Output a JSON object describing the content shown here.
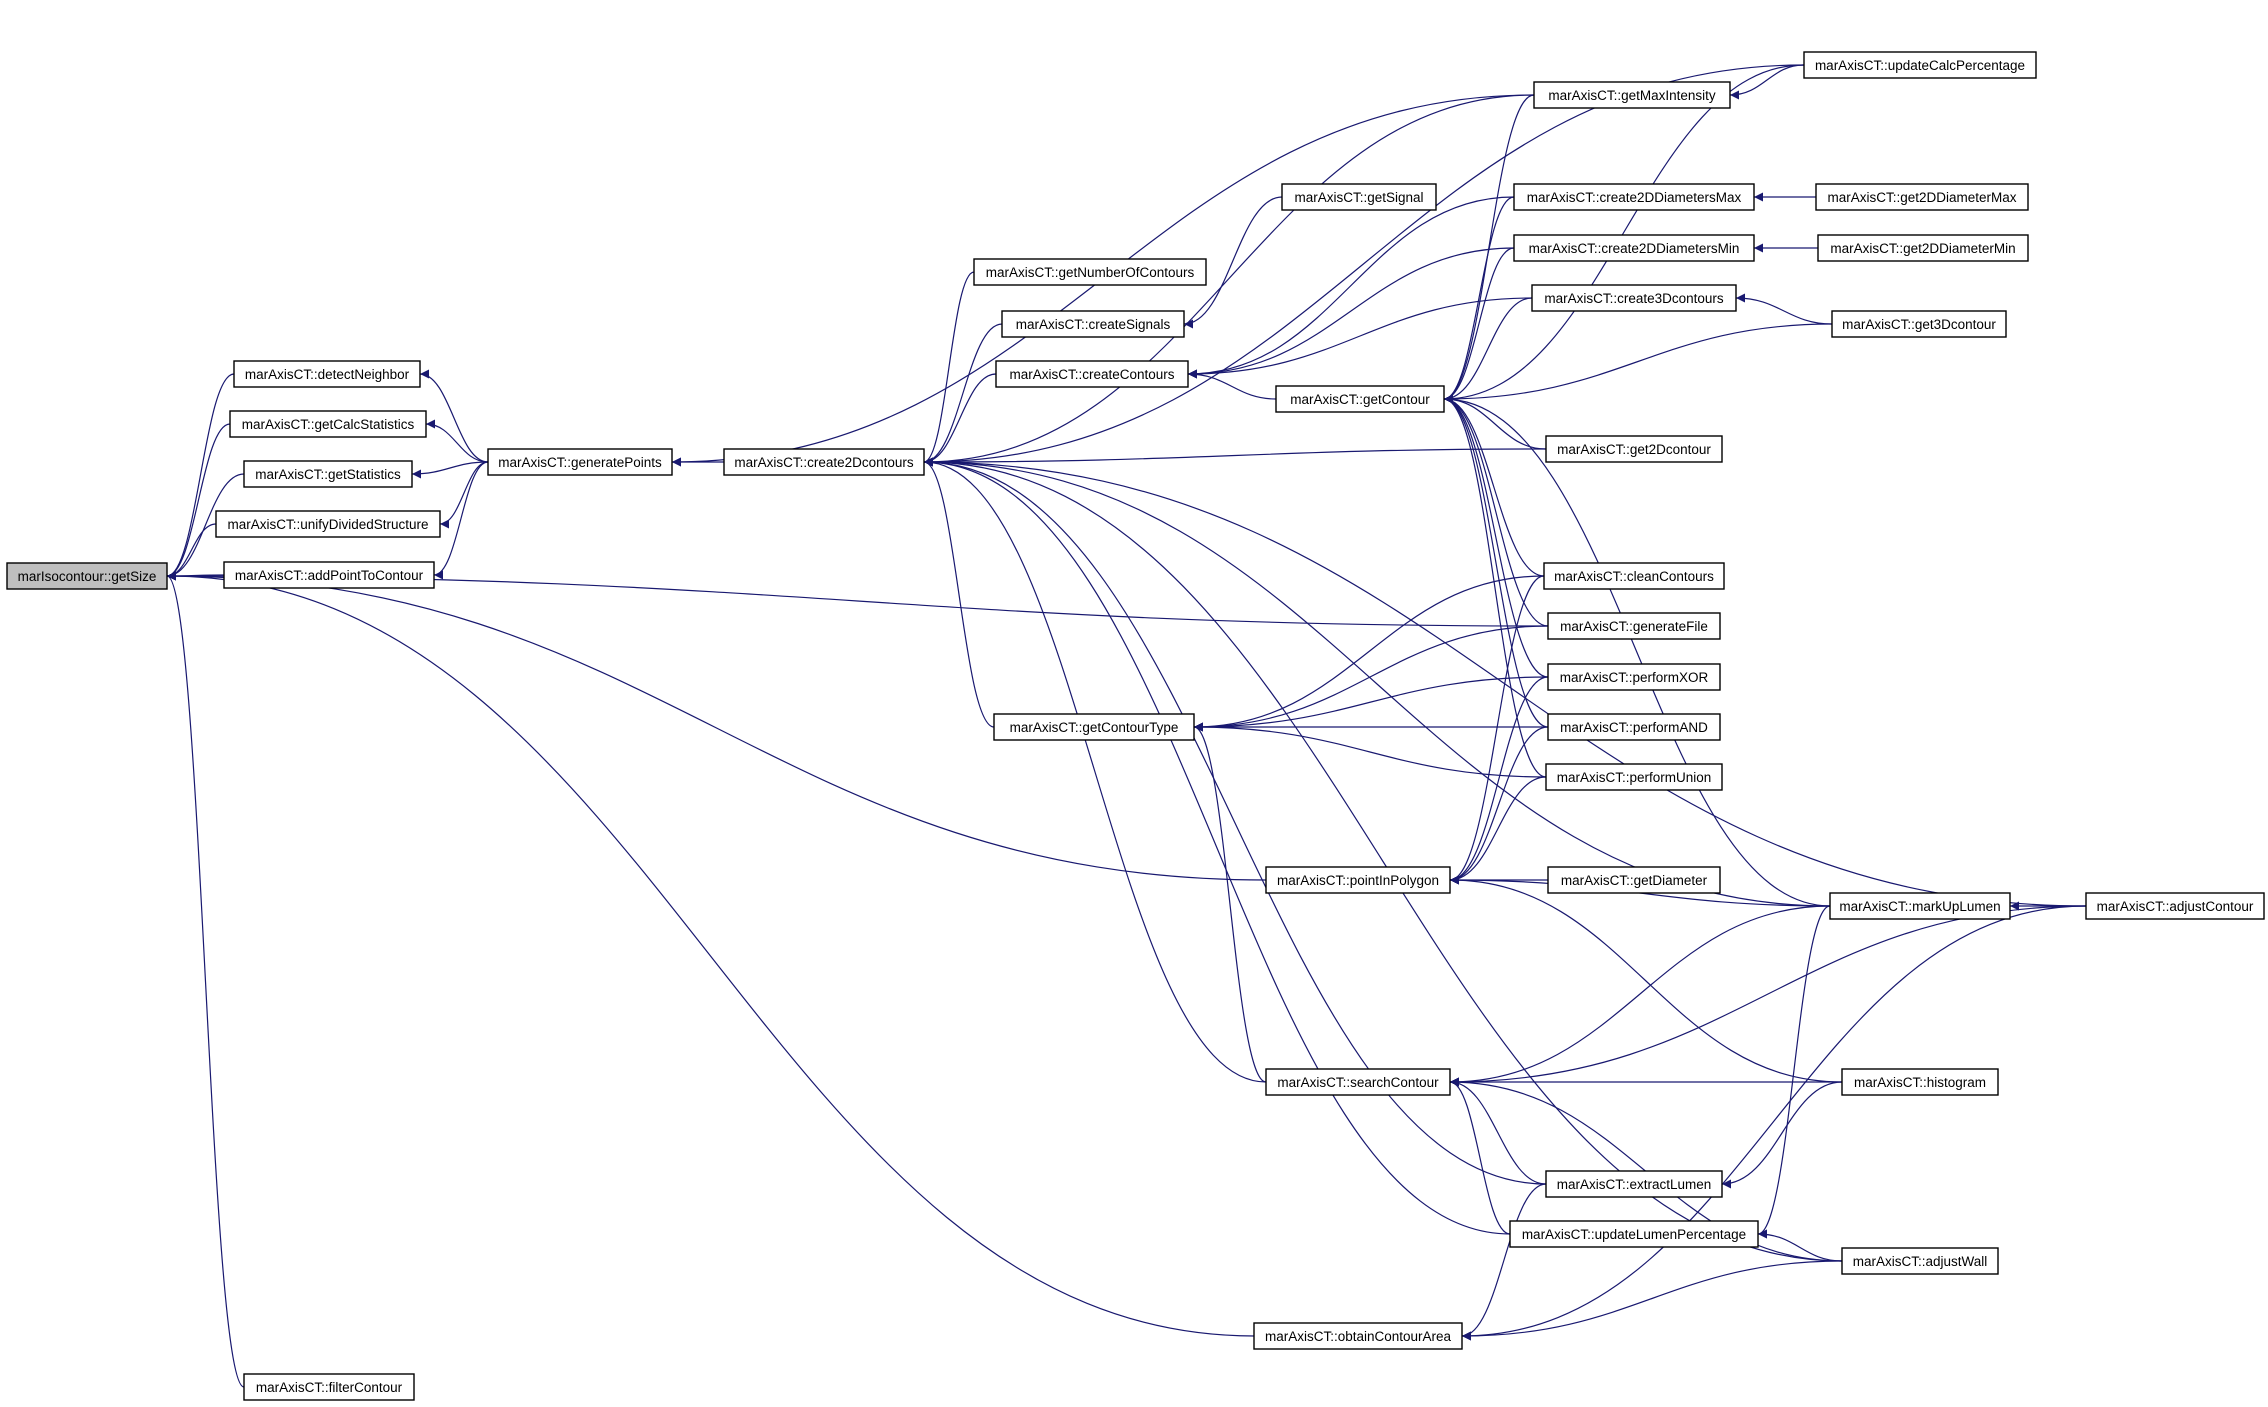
{
  "nodes": {
    "getSize": "marIsocontour::getSize",
    "detectNeighbor": "marAxisCT::detectNeighbor",
    "getCalcStatistics": "marAxisCT::getCalcStatistics",
    "getStatistics": "marAxisCT::getStatistics",
    "unifyDividedStructure": "marAxisCT::unifyDividedStructure",
    "addPointToContour": "marAxisCT::addPointToContour",
    "filterContour": "marAxisCT::filterContour",
    "generatePoints": "marAxisCT::generatePoints",
    "create2Dcontours": "marAxisCT::create2Dcontours",
    "getNumberOfContours": "marAxisCT::getNumberOfContours",
    "createSignals": "marAxisCT::createSignals",
    "createContours": "marAxisCT::createContours",
    "getContourType": "marAxisCT::getContourType",
    "pointInPolygon": "marAxisCT::pointInPolygon",
    "searchContour": "marAxisCT::searchContour",
    "obtainContourArea": "marAxisCT::obtainContourArea",
    "getSignal": "marAxisCT::getSignal",
    "getContour": "marAxisCT::getContour",
    "getMaxIntensity": "marAxisCT::getMaxIntensity",
    "create2DDiametersMax": "marAxisCT::create2DDiametersMax",
    "create2DDiametersMin": "marAxisCT::create2DDiametersMin",
    "create3Dcontours": "marAxisCT::create3Dcontours",
    "get2Dcontour": "marAxisCT::get2Dcontour",
    "cleanContours": "marAxisCT::cleanContours",
    "generateFile": "marAxisCT::generateFile",
    "performXOR": "marAxisCT::performXOR",
    "performAND": "marAxisCT::performAND",
    "performUnion": "marAxisCT::performUnion",
    "getDiameter": "marAxisCT::getDiameter",
    "extractLumen": "marAxisCT::extractLumen",
    "updateLumenPercentage": "marAxisCT::updateLumenPercentage",
    "updateCalcPercentage": "marAxisCT::updateCalcPercentage",
    "get2DDiameterMax": "marAxisCT::get2DDiameterMax",
    "get2DDiameterMin": "marAxisCT::get2DDiameterMin",
    "get3Dcontour": "marAxisCT::get3Dcontour",
    "markUpLumen": "marAxisCT::markUpLumen",
    "histogram": "marAxisCT::histogram",
    "adjustWall": "marAxisCT::adjustWall",
    "adjustContour": "marAxisCT::adjustContour"
  },
  "edges": [
    [
      "detectNeighbor",
      "getSize"
    ],
    [
      "getCalcStatistics",
      "getSize"
    ],
    [
      "getStatistics",
      "getSize"
    ],
    [
      "unifyDividedStructure",
      "getSize"
    ],
    [
      "addPointToContour",
      "getSize"
    ],
    [
      "filterContour",
      "getSize"
    ],
    [
      "generateFile",
      "getSize"
    ],
    [
      "pointInPolygon",
      "getSize"
    ],
    [
      "obtainContourArea",
      "getSize"
    ],
    [
      "generatePoints",
      "detectNeighbor"
    ],
    [
      "generatePoints",
      "getCalcStatistics"
    ],
    [
      "generatePoints",
      "getStatistics"
    ],
    [
      "generatePoints",
      "unifyDividedStructure"
    ],
    [
      "generatePoints",
      "addPointToContour"
    ],
    [
      "create2Dcontours",
      "generatePoints"
    ],
    [
      "getMaxIntensity",
      "generatePoints"
    ],
    [
      "getNumberOfContours",
      "create2Dcontours"
    ],
    [
      "createSignals",
      "create2Dcontours"
    ],
    [
      "createContours",
      "create2Dcontours"
    ],
    [
      "getContourType",
      "create2Dcontours"
    ],
    [
      "searchContour",
      "create2Dcontours"
    ],
    [
      "extractLumen",
      "create2Dcontours"
    ],
    [
      "updateLumenPercentage",
      "create2Dcontours"
    ],
    [
      "adjustWall",
      "create2Dcontours"
    ],
    [
      "updateCalcPercentage",
      "create2Dcontours"
    ],
    [
      "getMaxIntensity",
      "create2Dcontours"
    ],
    [
      "get2Dcontour",
      "create2Dcontours"
    ],
    [
      "markUpLumen",
      "create2Dcontours"
    ],
    [
      "adjustContour",
      "create2Dcontours"
    ],
    [
      "getSignal",
      "createSignals"
    ],
    [
      "getContour",
      "createContours"
    ],
    [
      "create2DDiametersMax",
      "createContours"
    ],
    [
      "create2DDiametersMin",
      "createContours"
    ],
    [
      "create3Dcontours",
      "createContours"
    ],
    [
      "cleanContours",
      "getContourType"
    ],
    [
      "generateFile",
      "getContourType"
    ],
    [
      "performXOR",
      "getContourType"
    ],
    [
      "performAND",
      "getContourType"
    ],
    [
      "performUnion",
      "getContourType"
    ],
    [
      "searchContour",
      "getContourType"
    ],
    [
      "getMaxIntensity",
      "getContour"
    ],
    [
      "create2DDiametersMax",
      "getContour"
    ],
    [
      "create2DDiametersMin",
      "getContour"
    ],
    [
      "create3Dcontours",
      "getContour"
    ],
    [
      "get2Dcontour",
      "getContour"
    ],
    [
      "cleanContours",
      "getContour"
    ],
    [
      "generateFile",
      "getContour"
    ],
    [
      "performXOR",
      "getContour"
    ],
    [
      "performAND",
      "getContour"
    ],
    [
      "performUnion",
      "getContour"
    ],
    [
      "markUpLumen",
      "getContour"
    ],
    [
      "get3Dcontour",
      "getContour"
    ],
    [
      "updateCalcPercentage",
      "getContour"
    ],
    [
      "updateCalcPercentage",
      "getMaxIntensity"
    ],
    [
      "get2DDiameterMax",
      "create2DDiametersMax"
    ],
    [
      "get2DDiameterMin",
      "create2DDiametersMin"
    ],
    [
      "get3Dcontour",
      "create3Dcontours"
    ],
    [
      "performXOR",
      "pointInPolygon"
    ],
    [
      "performAND",
      "pointInPolygon"
    ],
    [
      "performUnion",
      "pointInPolygon"
    ],
    [
      "getDiameter",
      "pointInPolygon"
    ],
    [
      "markUpLumen",
      "pointInPolygon"
    ],
    [
      "histogram",
      "pointInPolygon"
    ],
    [
      "cleanContours",
      "pointInPolygon"
    ],
    [
      "markUpLumen",
      "searchContour"
    ],
    [
      "adjustContour",
      "searchContour"
    ],
    [
      "histogram",
      "searchContour"
    ],
    [
      "extractLumen",
      "searchContour"
    ],
    [
      "adjustWall",
      "searchContour"
    ],
    [
      "updateLumenPercentage",
      "searchContour"
    ],
    [
      "histogram",
      "extractLumen"
    ],
    [
      "markUpLumen",
      "updateLumenPercentage"
    ],
    [
      "adjustWall",
      "updateLumenPercentage"
    ],
    [
      "adjustWall",
      "obtainContourArea"
    ],
    [
      "adjustContour",
      "obtainContourArea"
    ],
    [
      "extractLumen",
      "obtainContourArea"
    ],
    [
      "adjustContour",
      "markUpLumen"
    ]
  ]
}
